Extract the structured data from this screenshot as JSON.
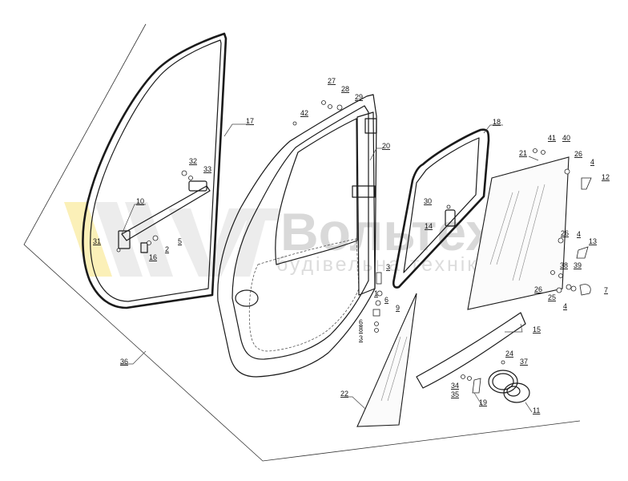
{
  "watermark": {
    "brand": "Вольтех",
    "subtitle": "будівельна техніка"
  },
  "callouts": [
    {
      "num": "1"
    },
    {
      "num": "2"
    },
    {
      "num": "3"
    },
    {
      "num": "3"
    },
    {
      "num": "4"
    },
    {
      "num": "4"
    },
    {
      "num": "4"
    },
    {
      "num": "5"
    },
    {
      "num": "6"
    },
    {
      "num": "6"
    },
    {
      "num": "7"
    },
    {
      "num": "8"
    },
    {
      "num": "9"
    },
    {
      "num": "10"
    },
    {
      "num": "11"
    },
    {
      "num": "12"
    },
    {
      "num": "13"
    },
    {
      "num": "14"
    },
    {
      "num": "15"
    },
    {
      "num": "16"
    },
    {
      "num": "17"
    },
    {
      "num": "18"
    },
    {
      "num": "19"
    },
    {
      "num": "20"
    },
    {
      "num": "21"
    },
    {
      "num": "22"
    },
    {
      "num": "24"
    },
    {
      "num": "25"
    },
    {
      "num": "26"
    },
    {
      "num": "26"
    },
    {
      "num": "26"
    },
    {
      "num": "27"
    },
    {
      "num": "28"
    },
    {
      "num": "29"
    },
    {
      "num": "30"
    },
    {
      "num": "31"
    },
    {
      "num": "32"
    },
    {
      "num": "33"
    },
    {
      "num": "34"
    },
    {
      "num": "35"
    },
    {
      "num": "36"
    },
    {
      "num": "37"
    },
    {
      "num": "38"
    },
    {
      "num": "39"
    },
    {
      "num": "40"
    },
    {
      "num": "41"
    },
    {
      "num": "42"
    }
  ]
}
